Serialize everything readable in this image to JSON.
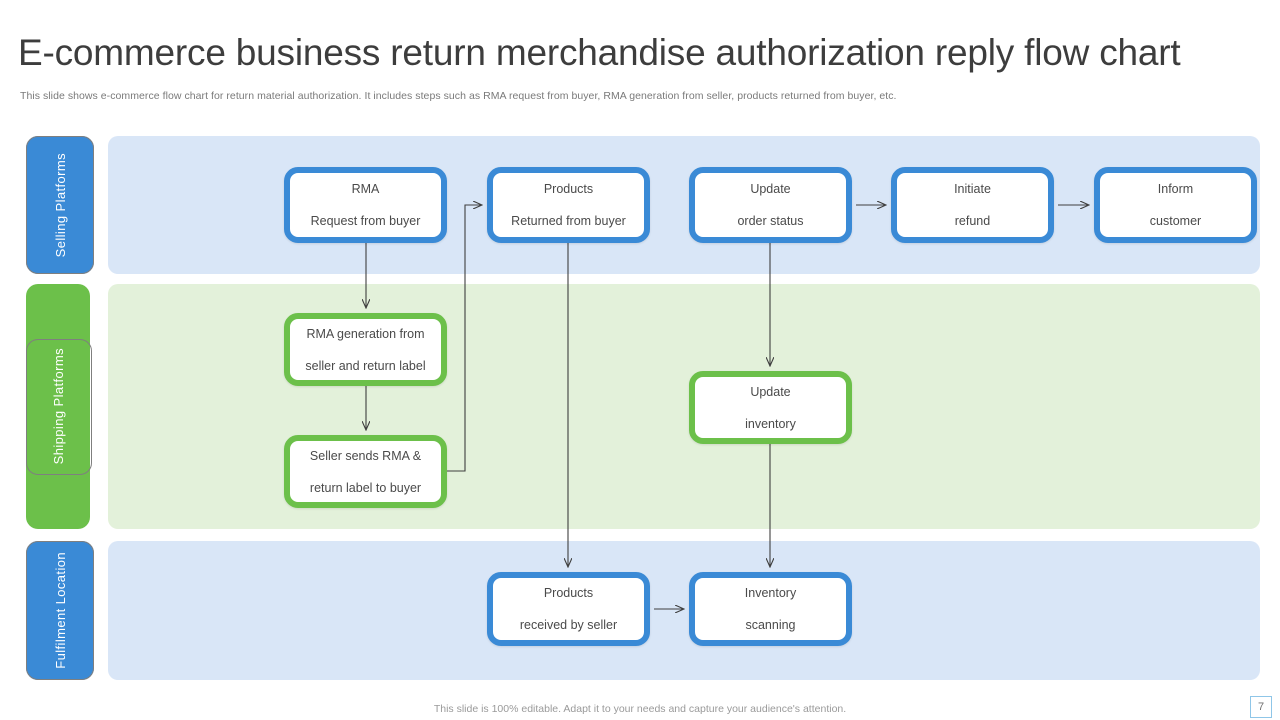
{
  "slide": {
    "title": "E-commerce business return merchandise authorization reply flow chart",
    "subtitle": "This slide shows e-commerce flow chart for return material authorization. It includes steps such as RMA request from buyer, RMA generation from seller, products returned from buyer, etc.",
    "footer_note": "This slide is 100% editable. Adapt it to your needs and capture your audience's attention.",
    "page_number": "7"
  },
  "colors": {
    "blue_accent": "#3a8ad6",
    "green_accent": "#6cc04a",
    "band_blue": "#d9e6f7",
    "band_green": "#e3f1da",
    "node_fill": "#ffffff",
    "connector": "#3f3f3f",
    "text": "#4a4a4a"
  },
  "lanes": [
    {
      "id": "selling",
      "label": "Selling Platforms",
      "accent": "blue"
    },
    {
      "id": "shipping",
      "label": "Shipping Platforms",
      "accent": "green"
    },
    {
      "id": "fulfilment",
      "label": "Fulfilment Location",
      "accent": "blue"
    }
  ],
  "nodes": {
    "rma_request": {
      "line1": "RMA",
      "line2": "Request from buyer",
      "lane": "selling",
      "accent": "blue"
    },
    "products_returned": {
      "line1": "Products",
      "line2": "Returned from buyer",
      "lane": "selling",
      "accent": "blue"
    },
    "update_order": {
      "line1": "Update",
      "line2": "order status",
      "lane": "selling",
      "accent": "blue"
    },
    "initiate_refund": {
      "line1": "Initiate",
      "line2": "refund",
      "lane": "selling",
      "accent": "blue"
    },
    "inform_customer": {
      "line1": "Inform",
      "line2": "customer",
      "lane": "selling",
      "accent": "blue"
    },
    "rma_generation": {
      "line1": "RMA generation from",
      "line2": "seller and return label",
      "lane": "shipping",
      "accent": "green"
    },
    "seller_sends": {
      "line1": "Seller sends RMA &",
      "line2": "return label to buyer",
      "lane": "shipping",
      "accent": "green"
    },
    "update_inventory": {
      "line1": "Update",
      "line2": "inventory",
      "lane": "shipping",
      "accent": "green"
    },
    "products_received": {
      "line1": "Products",
      "line2": "received  by seller",
      "lane": "fulfilment",
      "accent": "blue"
    },
    "inventory_scan": {
      "line1": "Inventory",
      "line2": "scanning",
      "lane": "fulfilment",
      "accent": "blue"
    }
  },
  "connectors": [
    {
      "from": "rma_request",
      "to": "rma_generation",
      "kind": "vertical-down"
    },
    {
      "from": "rma_generation",
      "to": "seller_sends",
      "kind": "vertical-down"
    },
    {
      "from": "seller_sends",
      "to": "products_returned",
      "kind": "elbow-right-up"
    },
    {
      "from": "products_returned",
      "to": "products_received",
      "kind": "vertical-down"
    },
    {
      "from": "update_order",
      "to": "update_inventory",
      "kind": "vertical-down"
    },
    {
      "from": "update_order",
      "to": "initiate_refund",
      "kind": "horizontal-right"
    },
    {
      "from": "initiate_refund",
      "to": "inform_customer",
      "kind": "horizontal-right"
    },
    {
      "from": "update_inventory",
      "to": "inventory_scan",
      "kind": "vertical-down"
    },
    {
      "from": "products_received",
      "to": "inventory_scan",
      "kind": "horizontal-right"
    }
  ]
}
